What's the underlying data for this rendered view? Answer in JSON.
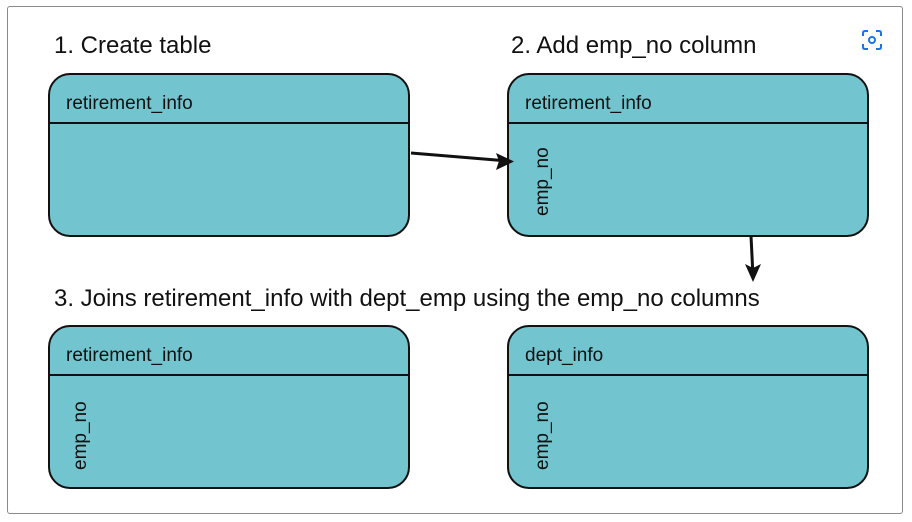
{
  "steps": {
    "step1": "1. Create table",
    "step2": "2. Add emp_no column",
    "step3": "3. Joins retirement_info with dept_emp using the emp_no columns"
  },
  "tables": {
    "t1": {
      "title": "retirement_info",
      "columns": []
    },
    "t2": {
      "title": "retirement_info",
      "columns": [
        "emp_no"
      ]
    },
    "t3": {
      "title": "retirement_info",
      "columns": [
        "emp_no"
      ]
    },
    "t4": {
      "title": "dept_info",
      "columns": [
        "emp_no"
      ]
    }
  },
  "icons": {
    "focus": "focus-frame-icon"
  },
  "colors": {
    "table_fill": "#72c5ce",
    "stroke": "#111111",
    "icon": "#1a73e8"
  }
}
